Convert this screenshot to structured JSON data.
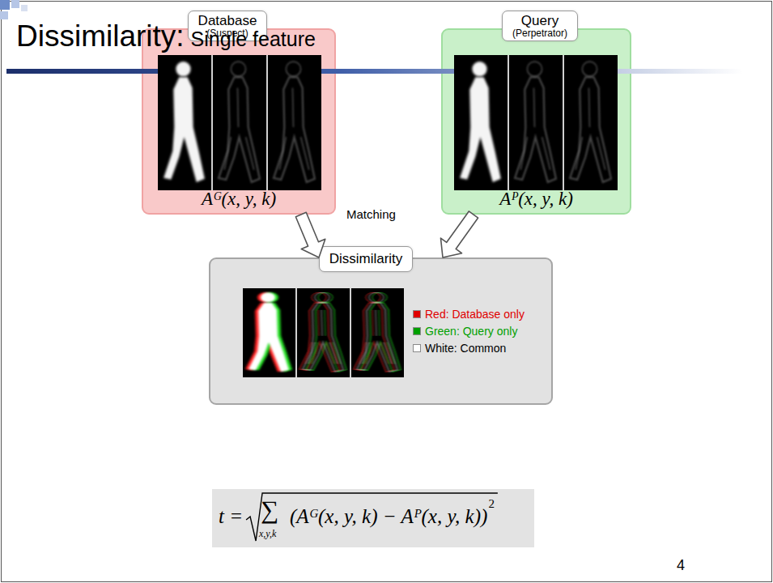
{
  "diagram": {
    "title": "Dissimilarity:",
    "nodes": [
      {
        "text": [
          "Aᴳ(x, y, k)"
        ]
      },
      {
        "text": [
          "Database",
          "(Suspect)"
        ],
        "in": 0
      },
      {
        "text": [
          "Aᴾ(x, y, k)"
        ]
      },
      {
        "text": [
          "Query",
          "(Perpetrator)"
        ],
        "in": 2
      },
      {
        "text": []
      },
      {
        "text": [
          "Dissimilarity"
        ],
        "in": 4
      }
    ],
    "edges": [
      {
        "from": 0,
        "to": 4,
        "arrow": "to"
      },
      {
        "from": 2,
        "to": 4,
        "arrow": "to"
      }
    ],
    "labels": [
      "Single feature",
      "Matching",
      "t =",
      "∑",
      "x,y,k",
      "(Aᴳ(x, y, k) − Aᴾ(x, y, k))",
      "2",
      "4"
    ],
    "legend": [
      {
        "text": "Red: Database only",
        "color": "#e00000"
      },
      {
        "text": "Green: Query only",
        "color": "#00a000"
      },
      {
        "text": "White: Common",
        "color": "#ffffff"
      }
    ]
  }
}
